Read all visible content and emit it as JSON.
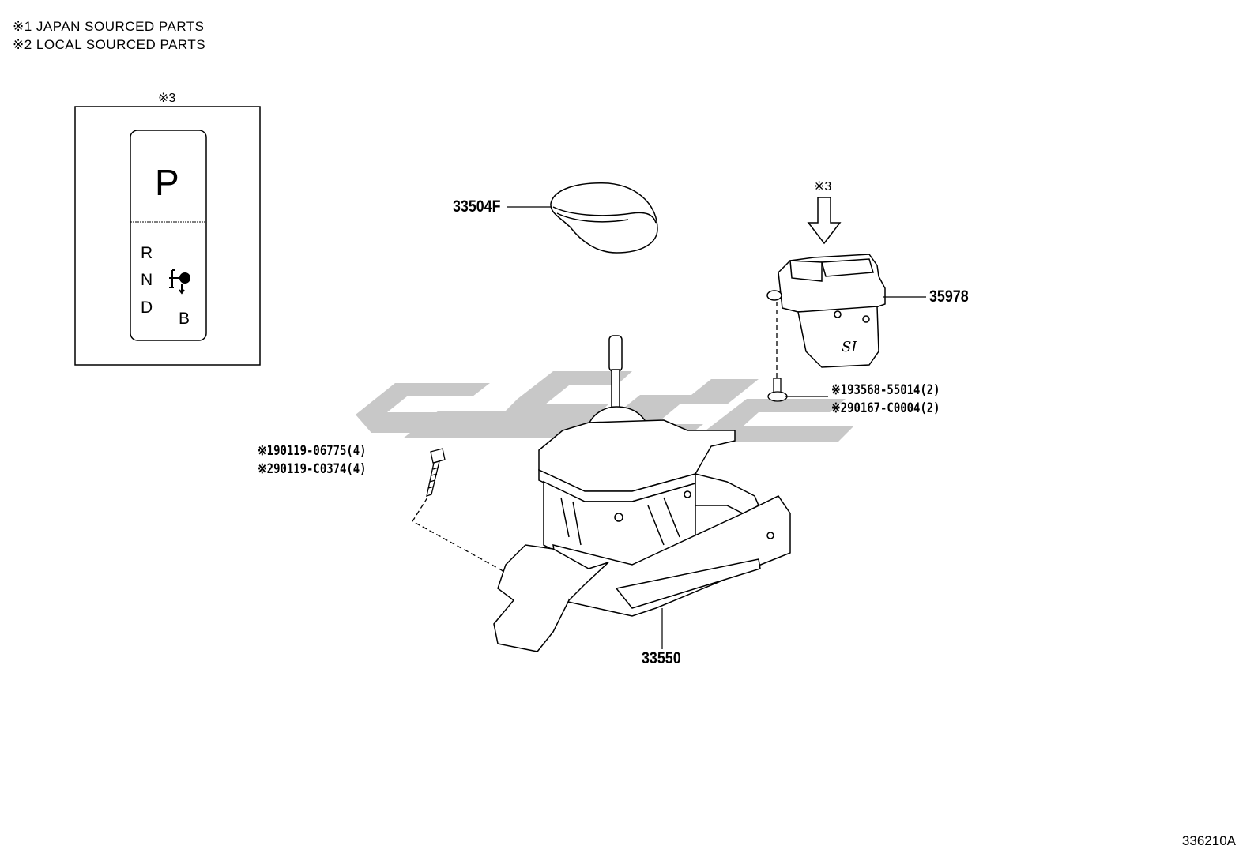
{
  "notes": {
    "note1": "※1 JAPAN SOURCED PARTS",
    "note2": "※2 LOCAL SOURCED PARTS"
  },
  "inset": {
    "ref_mark": "※3",
    "letter_p": "P",
    "letter_r": "R",
    "letter_n": "N",
    "letter_d": "D",
    "letter_b": "B"
  },
  "switch_ref_mark": "※3",
  "parts": {
    "knob": "33504F",
    "switch": "35978",
    "shift_lever": "33550",
    "screw_1": "※193568-55014(2)",
    "screw_2": "※290167-C0004(2)",
    "bolt_1": "※190119-06775(4)",
    "bolt_2": "※290119-C0374(4)"
  },
  "diagram_id": "336210A",
  "watermark_color": "#c8c8c8"
}
